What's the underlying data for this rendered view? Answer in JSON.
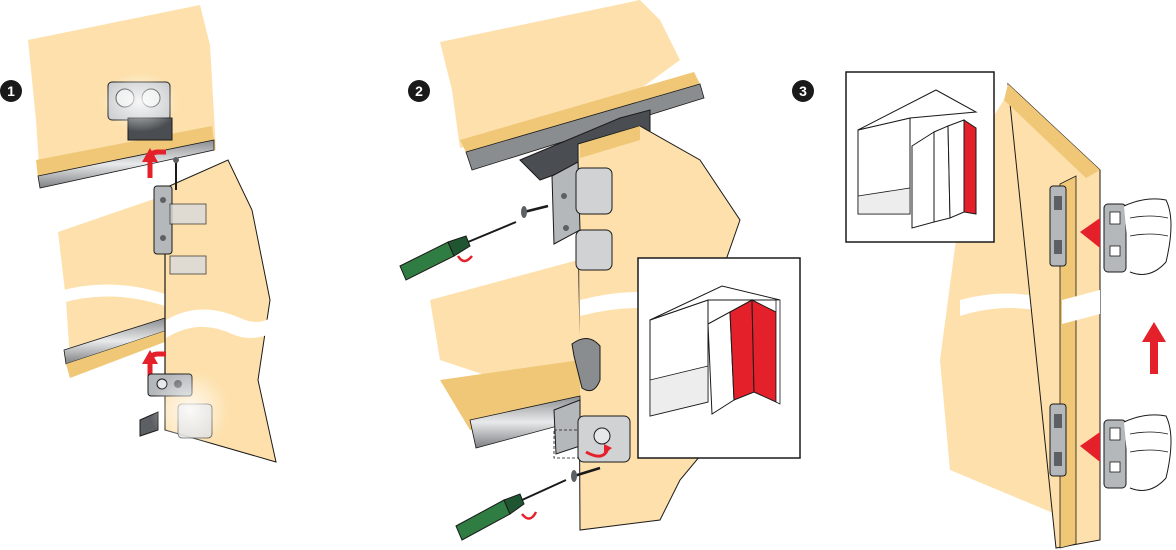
{
  "steps": [
    {
      "number": "1",
      "icon": "arrow-up-icon"
    },
    {
      "number": "2",
      "icon": "screwdriver-icon"
    },
    {
      "number": "3",
      "icon": "hand-icon"
    }
  ],
  "colors": {
    "wood": "#fde0ab",
    "wood_edge": "#efc777",
    "metal": "#b5b8bb",
    "metal_dark": "#5c6064",
    "accent_red": "#e4202a",
    "screwdriver_handle": "#2f7d42",
    "outline": "#1a1a1a"
  }
}
